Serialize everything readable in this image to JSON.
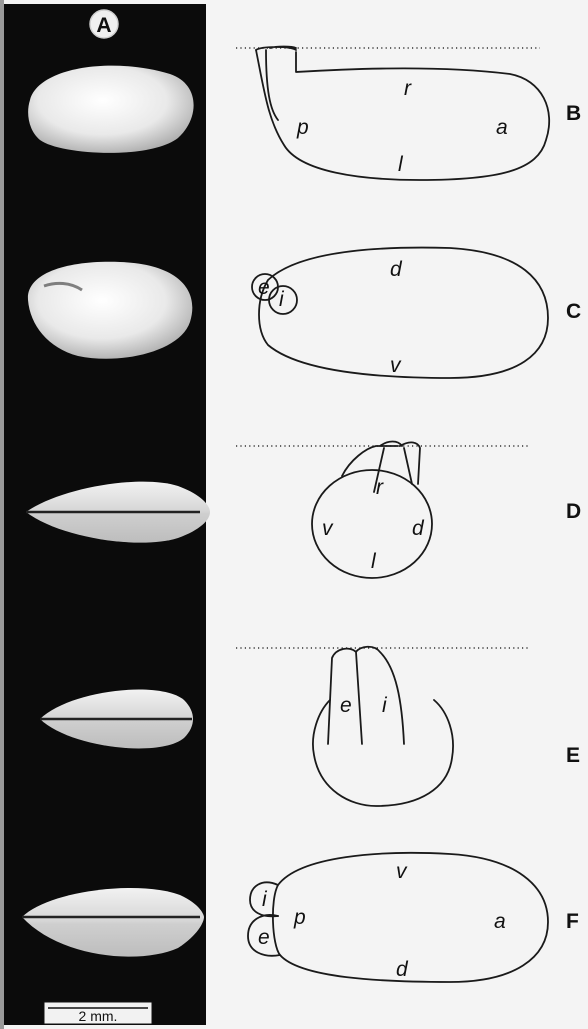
{
  "photo_panel": {
    "label": "A",
    "scale_bar": "2 mm."
  },
  "drawings": {
    "B": {
      "panel": "B",
      "labels": {
        "top": "r",
        "left": "p",
        "right": "a",
        "bottom": "l"
      }
    },
    "C": {
      "panel": "C",
      "labels": {
        "top": "d",
        "siphon_outer": "e",
        "siphon_inner": "i",
        "bottom": "v"
      }
    },
    "D": {
      "panel": "D",
      "labels": {
        "top": "r",
        "left": "v",
        "right": "d",
        "bottom": "l"
      }
    },
    "E": {
      "panel": "E",
      "labels": {
        "left": "e",
        "right": "i"
      }
    },
    "F": {
      "panel": "F",
      "labels": {
        "top": "v",
        "siphon_upper": "i",
        "siphon_lower": "e",
        "left": "p",
        "right": "a",
        "bottom": "d"
      }
    }
  },
  "colors": {
    "photo_background": "#0b0b0b",
    "shell": "#e6e6e6",
    "line": "#1a1a1a"
  }
}
